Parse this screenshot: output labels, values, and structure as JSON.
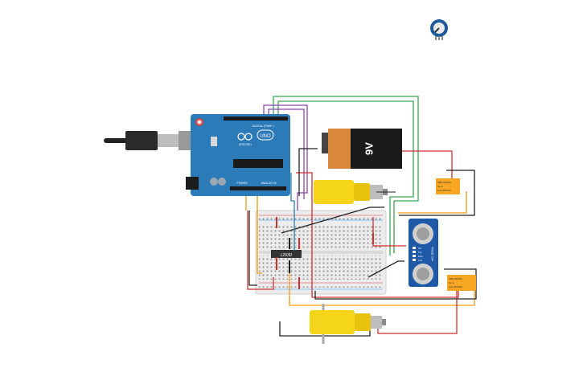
{
  "components": {
    "arduino": {
      "logo": "UNO",
      "sub_text": "ARDUINO",
      "digital_label": "DIGITAL (PWM~)",
      "power_label": "POWER",
      "analog_label": "ANALOG IN"
    },
    "battery": {
      "label": "9V"
    },
    "ic": {
      "label": "L293D"
    },
    "relay_top": {
      "line1": "SRD-05VDC",
      "line2": "SL-C",
      "line3": "10A 250VAC"
    },
    "relay_bottom": {
      "line1": "SRD-05VDC",
      "line2": "SL-C",
      "line3": "10A 250VAC"
    },
    "sensor": {
      "label": "HC-SR04",
      "pins": [
        "Vcc",
        "Trig",
        "Echo",
        "Gnd"
      ]
    }
  },
  "colors": {
    "wire_red": "#d32f2f",
    "wire_black": "#222222",
    "wire_orange": "#f39c12",
    "wire_green": "#3aa655",
    "wire_purple": "#8e44ad",
    "wire_blue": "#2980b9",
    "arduino": "#2b7bb9",
    "sensor": "#1f5aa8",
    "motor": "#f4d51a",
    "relay": "#f6a623",
    "breadboard": "#ececec"
  }
}
